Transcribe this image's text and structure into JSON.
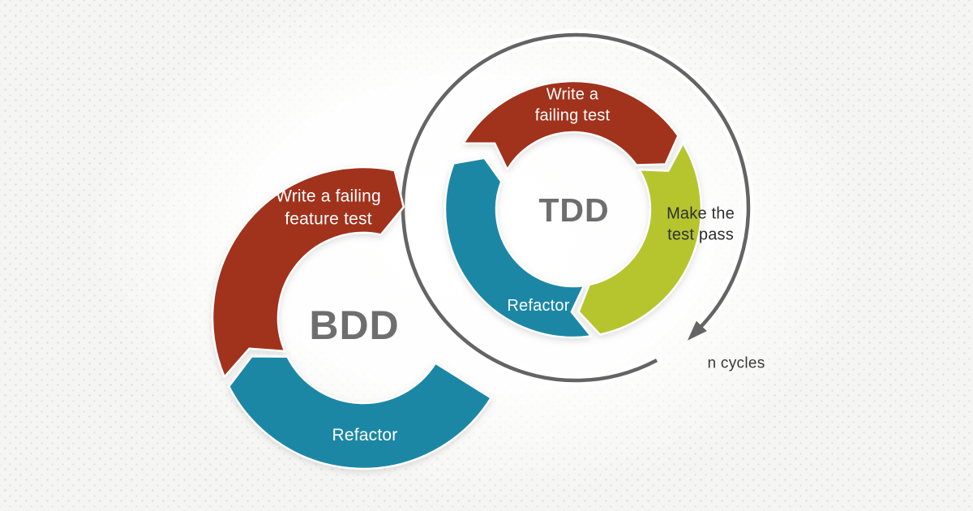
{
  "diagram": {
    "bdd": {
      "title": "BDD",
      "segments": [
        {
          "id": "write-failing-feature-test",
          "label": "Write a failing\nfeature test",
          "color_key": "red"
        },
        {
          "id": "refactor",
          "label": "Refactor",
          "color_key": "teal"
        }
      ]
    },
    "tdd": {
      "title": "TDD",
      "segments": [
        {
          "id": "write-failing-test",
          "label": "Write a\nfailing test",
          "color_key": "red"
        },
        {
          "id": "make-test-pass",
          "label": "Make the\ntest pass",
          "color_key": "green"
        },
        {
          "id": "refactor",
          "label": "Refactor",
          "color_key": "teal"
        }
      ]
    },
    "outer_loop": {
      "label": "n cycles",
      "direction": "clockwise"
    }
  },
  "colors": {
    "red": "#a1301b",
    "teal": "#1e87a4",
    "green": "#b6c52f",
    "loop": "#646464",
    "halo": "#ffffff",
    "title_gray": "#6e6e6e",
    "label_light": "#ffffff",
    "label_dark": "#2e2e2e",
    "background": "#f5f5f3",
    "dot": "#e0e0dd"
  }
}
